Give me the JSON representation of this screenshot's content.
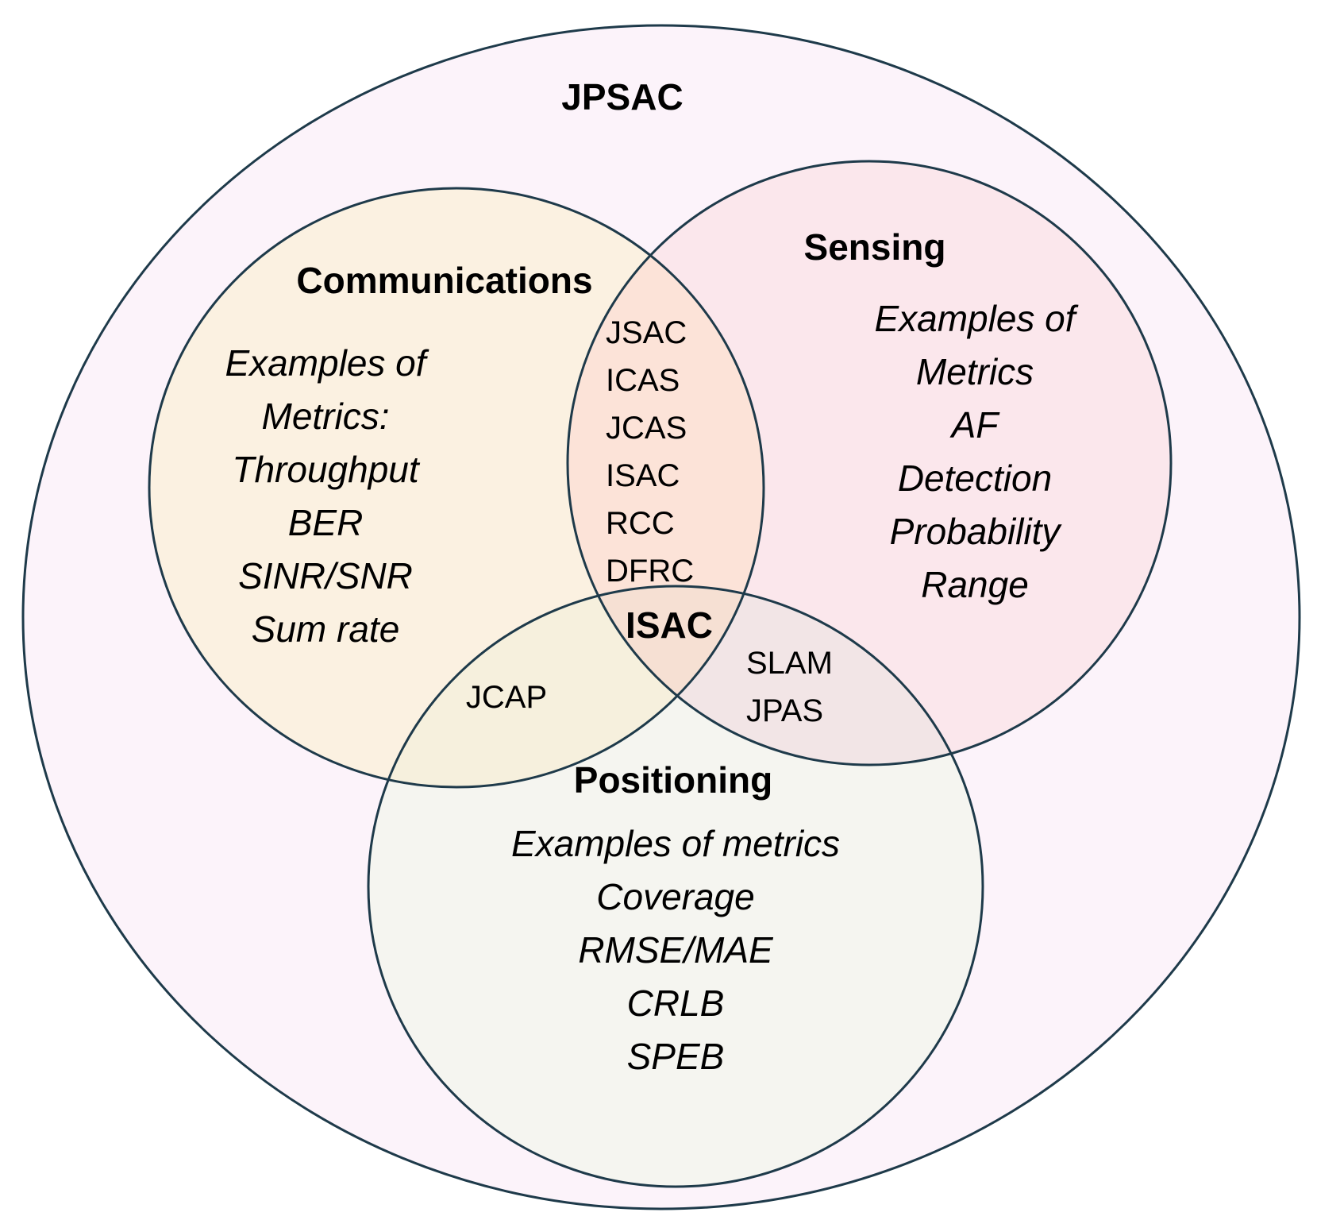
{
  "title": "JPSAC",
  "communications": {
    "label": "Communications",
    "metrics": [
      "Examples of",
      "Metrics:",
      "Throughput",
      "BER",
      "SINR/SNR",
      "Sum rate"
    ]
  },
  "sensing": {
    "label": "Sensing",
    "metrics": [
      "Examples of",
      "Metrics",
      "AF",
      "Detection",
      "Probability",
      "Range"
    ]
  },
  "positioning": {
    "label": "Positioning",
    "metrics": [
      "Examples of metrics",
      "Coverage",
      "RMSE/MAE",
      "CRLB",
      "SPEB"
    ]
  },
  "comm_sensing_overlap": [
    "JSAC",
    "ICAS",
    "JCAS",
    "ISAC",
    "RCC",
    "DFRC"
  ],
  "comm_positioning_overlap": [
    "JCAP"
  ],
  "sensing_positioning_overlap": [
    "SLAM",
    "JPAS"
  ],
  "center_label": "ISAC",
  "colors": {
    "outer_fill": "#fcf3fa",
    "communications_fill": "#fbf1e1",
    "sensing_fill": "#fbe7ec",
    "positioning_fill": "#f5f5f0",
    "comm_sensing_fill": "#fce3d8",
    "comm_pos_fill": "#f6f0dd",
    "sens_pos_fill": "#f2e5e6",
    "center_fill": "#f6e0d3",
    "stroke": "#1e3a4a"
  }
}
